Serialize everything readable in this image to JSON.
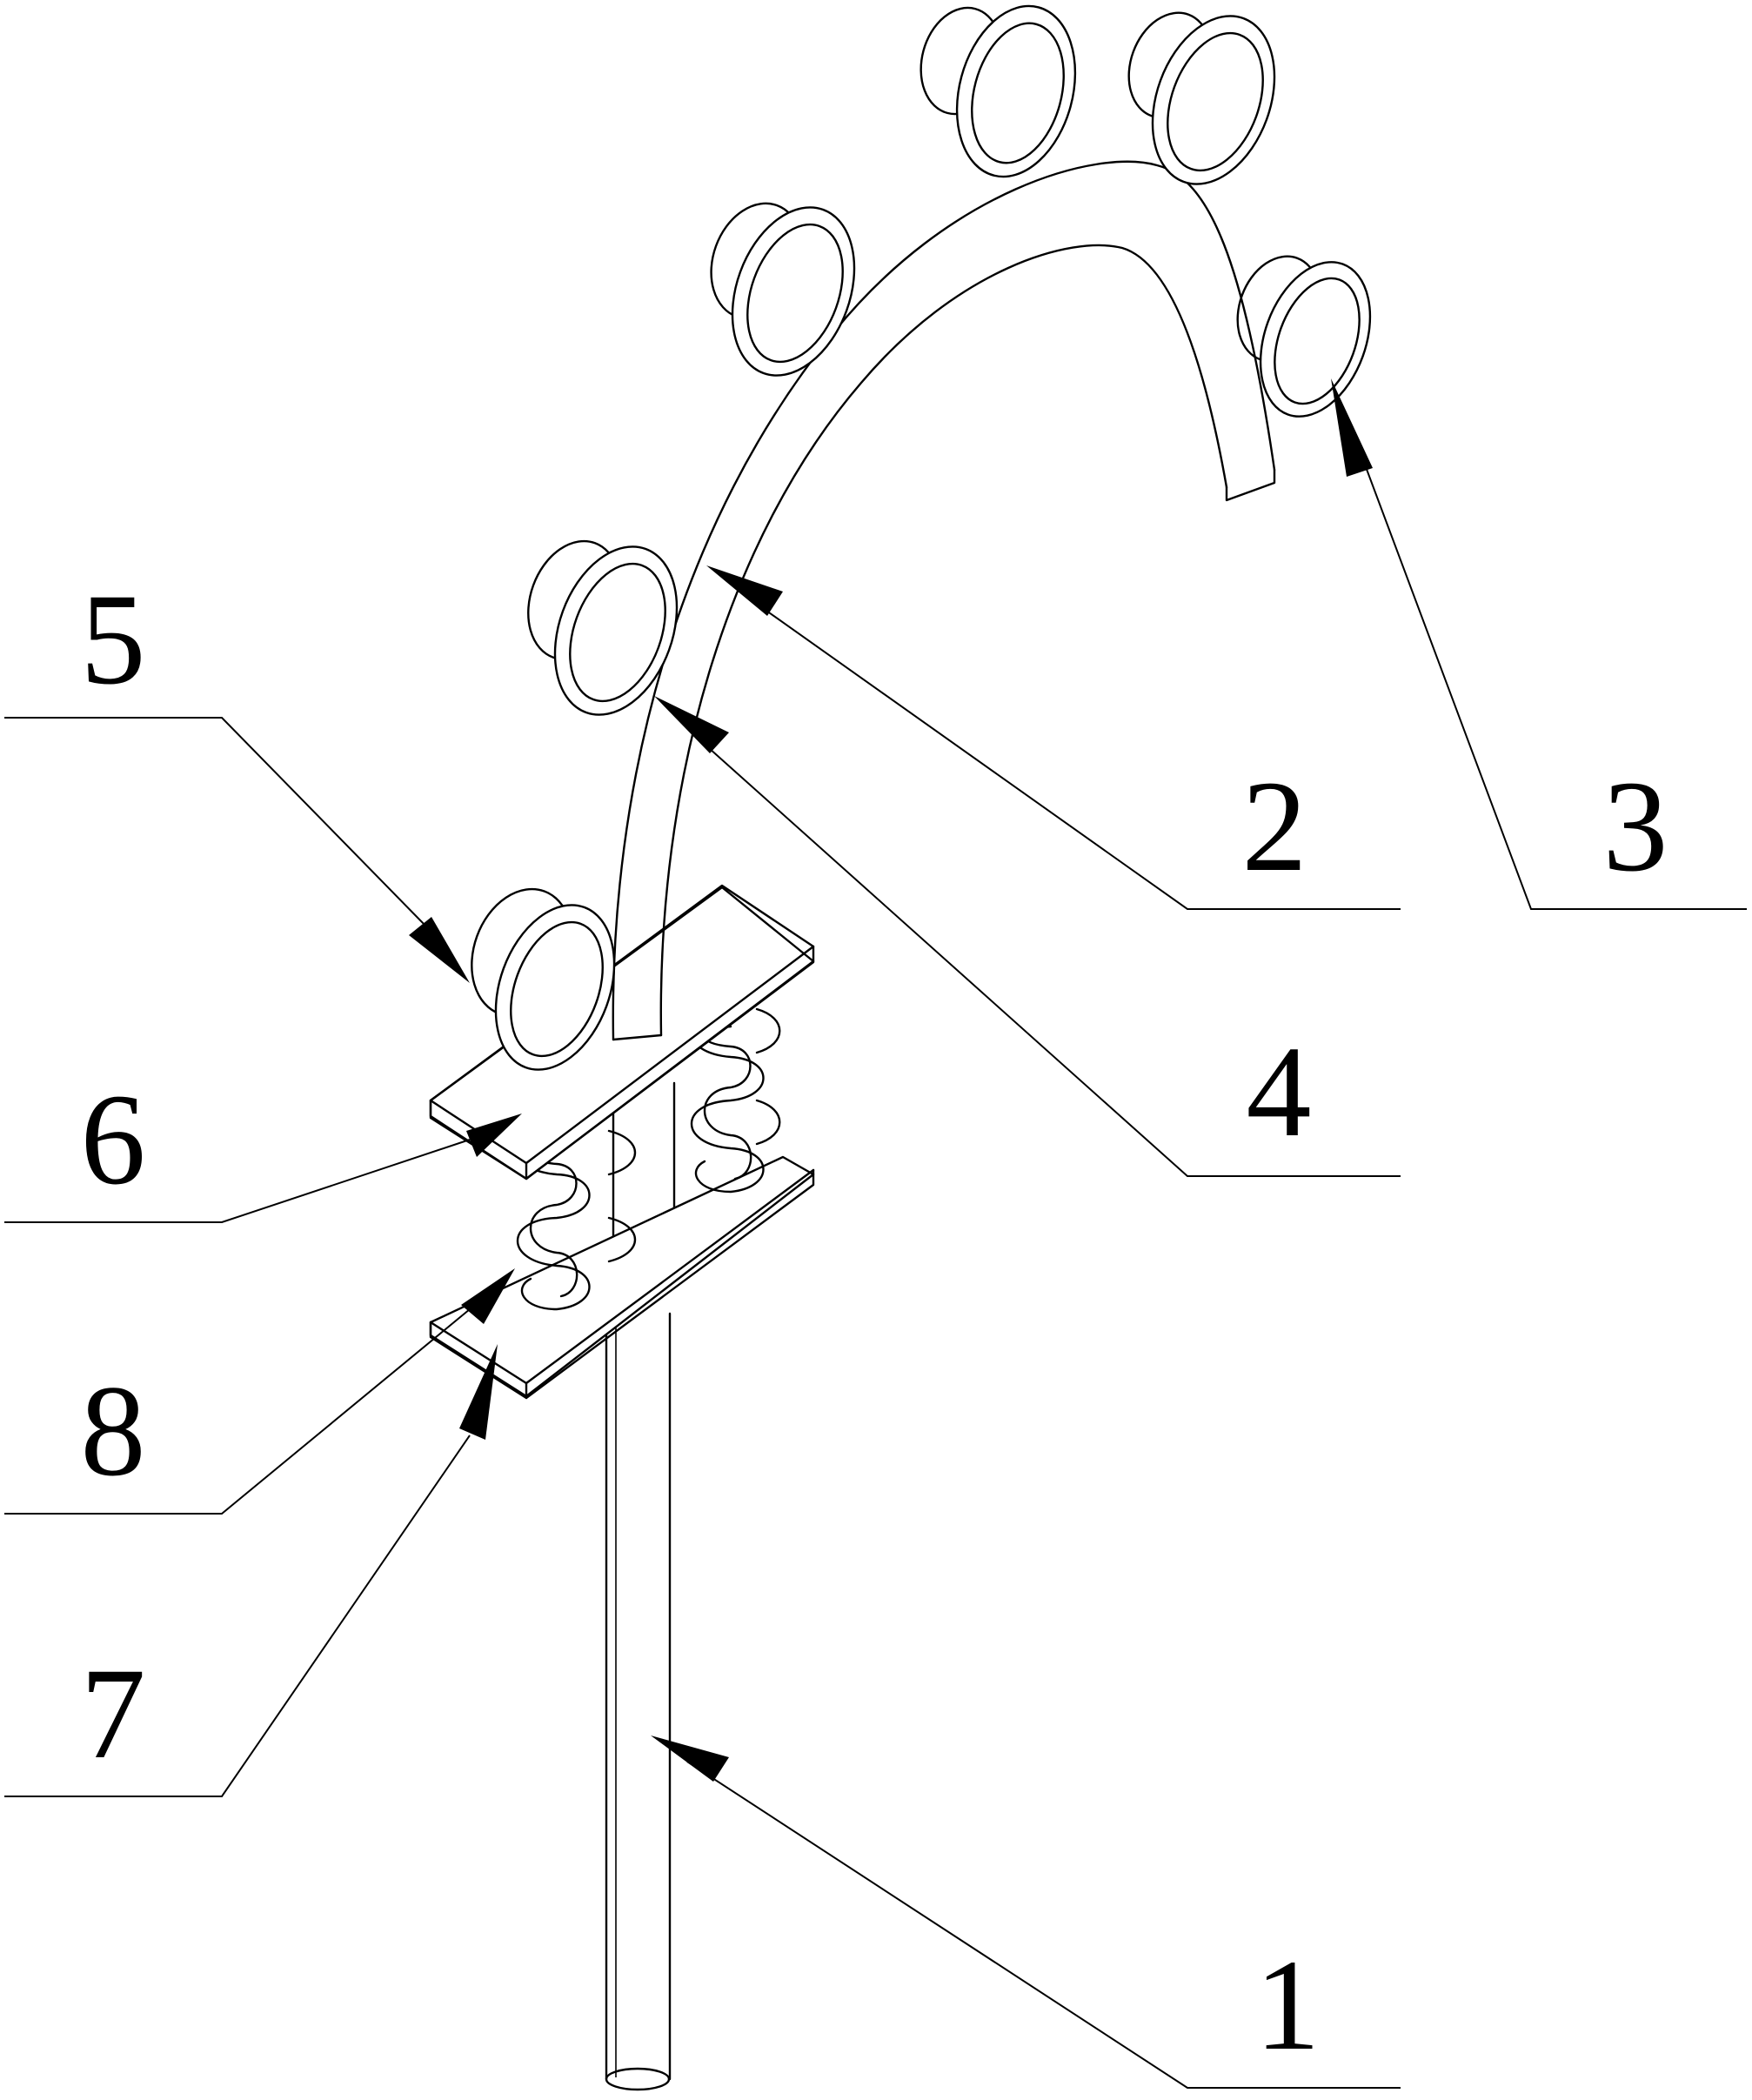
{
  "labels": {
    "part1": "1",
    "part2": "2",
    "part3": "3",
    "part4": "4",
    "part5": "5",
    "part6": "6",
    "part7": "7",
    "part8": "8"
  },
  "colors": {
    "line": "#000000",
    "background": "#ffffff"
  }
}
